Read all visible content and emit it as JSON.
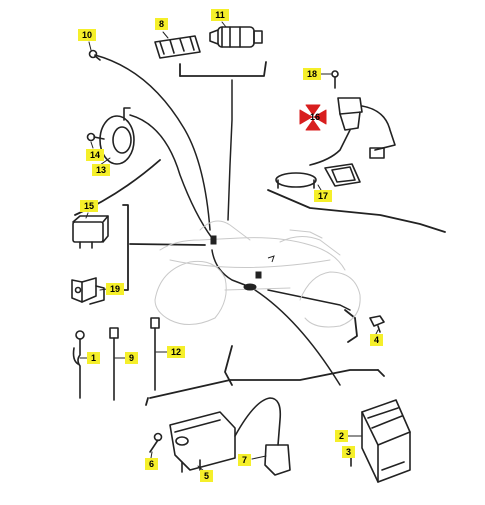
{
  "callouts": [
    {
      "id": "c1",
      "text": "1"
    },
    {
      "id": "c2",
      "text": "2"
    },
    {
      "id": "c3",
      "text": "3"
    },
    {
      "id": "c4",
      "text": "4"
    },
    {
      "id": "c5",
      "text": "5"
    },
    {
      "id": "c6",
      "text": "6"
    },
    {
      "id": "c7",
      "text": "7"
    },
    {
      "id": "c8",
      "text": "8"
    },
    {
      "id": "c9",
      "text": "9"
    },
    {
      "id": "c10",
      "text": "10"
    },
    {
      "id": "c11",
      "text": "11"
    },
    {
      "id": "c12",
      "text": "12"
    },
    {
      "id": "c13",
      "text": "13"
    },
    {
      "id": "c14",
      "text": "14"
    },
    {
      "id": "c15",
      "text": "15"
    },
    {
      "id": "c16",
      "text": "16"
    },
    {
      "id": "c17",
      "text": "17"
    },
    {
      "id": "c18",
      "text": "18"
    },
    {
      "id": "c19",
      "text": "19"
    }
  ],
  "colors": {
    "callout_background": "#f5ef2a",
    "line_art": "#222222",
    "ghost_outline": "#c9c9c9",
    "highlight_arrows": "#d81e1e"
  }
}
